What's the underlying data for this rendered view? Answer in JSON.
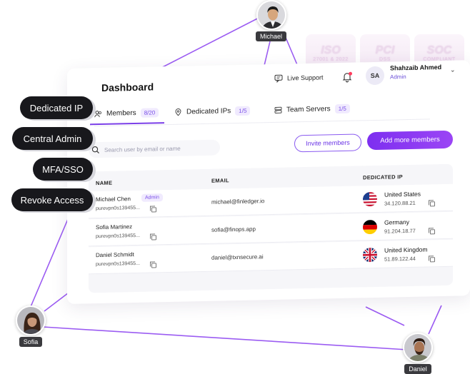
{
  "people": [
    {
      "name": "Michael"
    },
    {
      "name": "Sofia"
    },
    {
      "name": "Daniel"
    }
  ],
  "badges": [
    {
      "big": "ISO",
      "small": "27001 & 2022"
    },
    {
      "big": "PCI",
      "small": "DSS"
    },
    {
      "big": "SOC",
      "small": "COMPLIANT"
    }
  ],
  "header": {
    "title": "Dashboard",
    "live_support": "Live Support",
    "user_initials": "SA",
    "user_name": "Shahzaib Ahmed",
    "user_role": "Admin"
  },
  "tabs": [
    {
      "label": "Members",
      "count": "8/20"
    },
    {
      "label": "Dedicated IPs",
      "count": "1/5"
    },
    {
      "label": "Team Servers",
      "count": "1/5"
    }
  ],
  "search": {
    "placeholder": "Search user by email or name"
  },
  "actions": {
    "invite": "Invite members",
    "add_more": "Add more members"
  },
  "table": {
    "columns": [
      "NAME",
      "EMAIL",
      "DEDICATED IP"
    ],
    "rows": [
      {
        "name": "Michael Chen",
        "badge": "Admin",
        "id": "purevpn0s139455...",
        "email": "michael@finledger.io",
        "country": "United States",
        "ip": "34.120.88.21",
        "flag": "us-flag-icon"
      },
      {
        "name": "Sofia Martinez",
        "id": "purevpn0s139455...",
        "email": "sofia@finops.app",
        "country": "Germany",
        "ip": "91.204.18.77",
        "flag": "germany-flag-icon"
      },
      {
        "name": "Daniel Schmidt",
        "id": "purevpn0s139455...",
        "email": "daniel@txnsecure.ai",
        "country": "United Kingdom",
        "ip": "51.89.122.44",
        "flag": "uk-flag-icon"
      }
    ]
  },
  "features": [
    "Dedicated IP",
    "Central Admin",
    "MFA/SSO",
    "Revoke Access"
  ],
  "colors": {
    "accent": "#7b3fe8",
    "pill": "#18181c",
    "connector": "#8a3ff0"
  }
}
